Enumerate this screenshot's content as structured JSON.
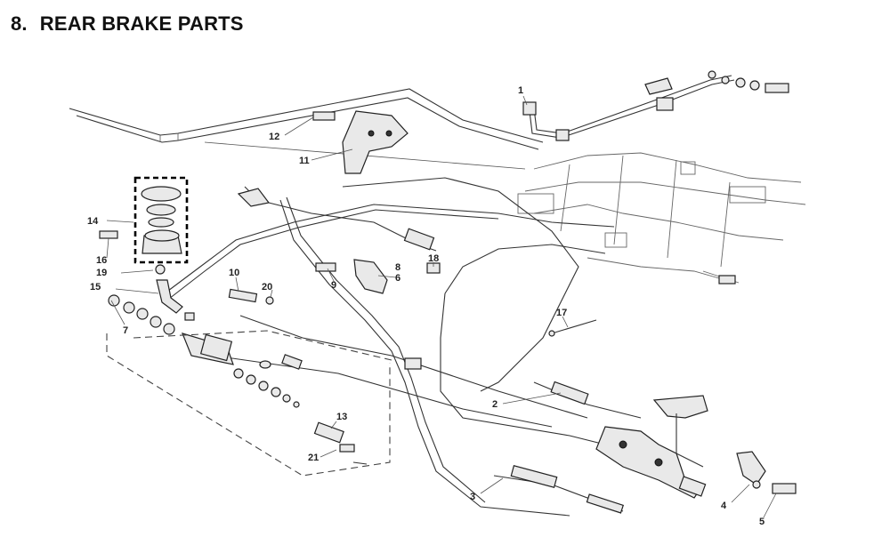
{
  "header": {
    "number": "8.",
    "title": "REAR BRAKE PARTS"
  },
  "callouts": [
    {
      "id": "c1",
      "label": "1"
    },
    {
      "id": "c2",
      "label": "2"
    },
    {
      "id": "c3",
      "label": "3"
    },
    {
      "id": "c4",
      "label": "4"
    },
    {
      "id": "c5",
      "label": "5"
    },
    {
      "id": "c6",
      "label": "6"
    },
    {
      "id": "c7",
      "label": "7"
    },
    {
      "id": "c8",
      "label": "8"
    },
    {
      "id": "c9",
      "label": "9"
    },
    {
      "id": "c10",
      "label": "10"
    },
    {
      "id": "c11",
      "label": "11"
    },
    {
      "id": "c12",
      "label": "12"
    },
    {
      "id": "c13",
      "label": "13"
    },
    {
      "id": "c14",
      "label": "14"
    },
    {
      "id": "c15",
      "label": "15"
    },
    {
      "id": "c16",
      "label": "16"
    },
    {
      "id": "c17",
      "label": "17"
    },
    {
      "id": "c18",
      "label": "18"
    },
    {
      "id": "c19",
      "label": "19"
    },
    {
      "id": "c20",
      "label": "20"
    },
    {
      "id": "c21",
      "label": "21"
    }
  ]
}
